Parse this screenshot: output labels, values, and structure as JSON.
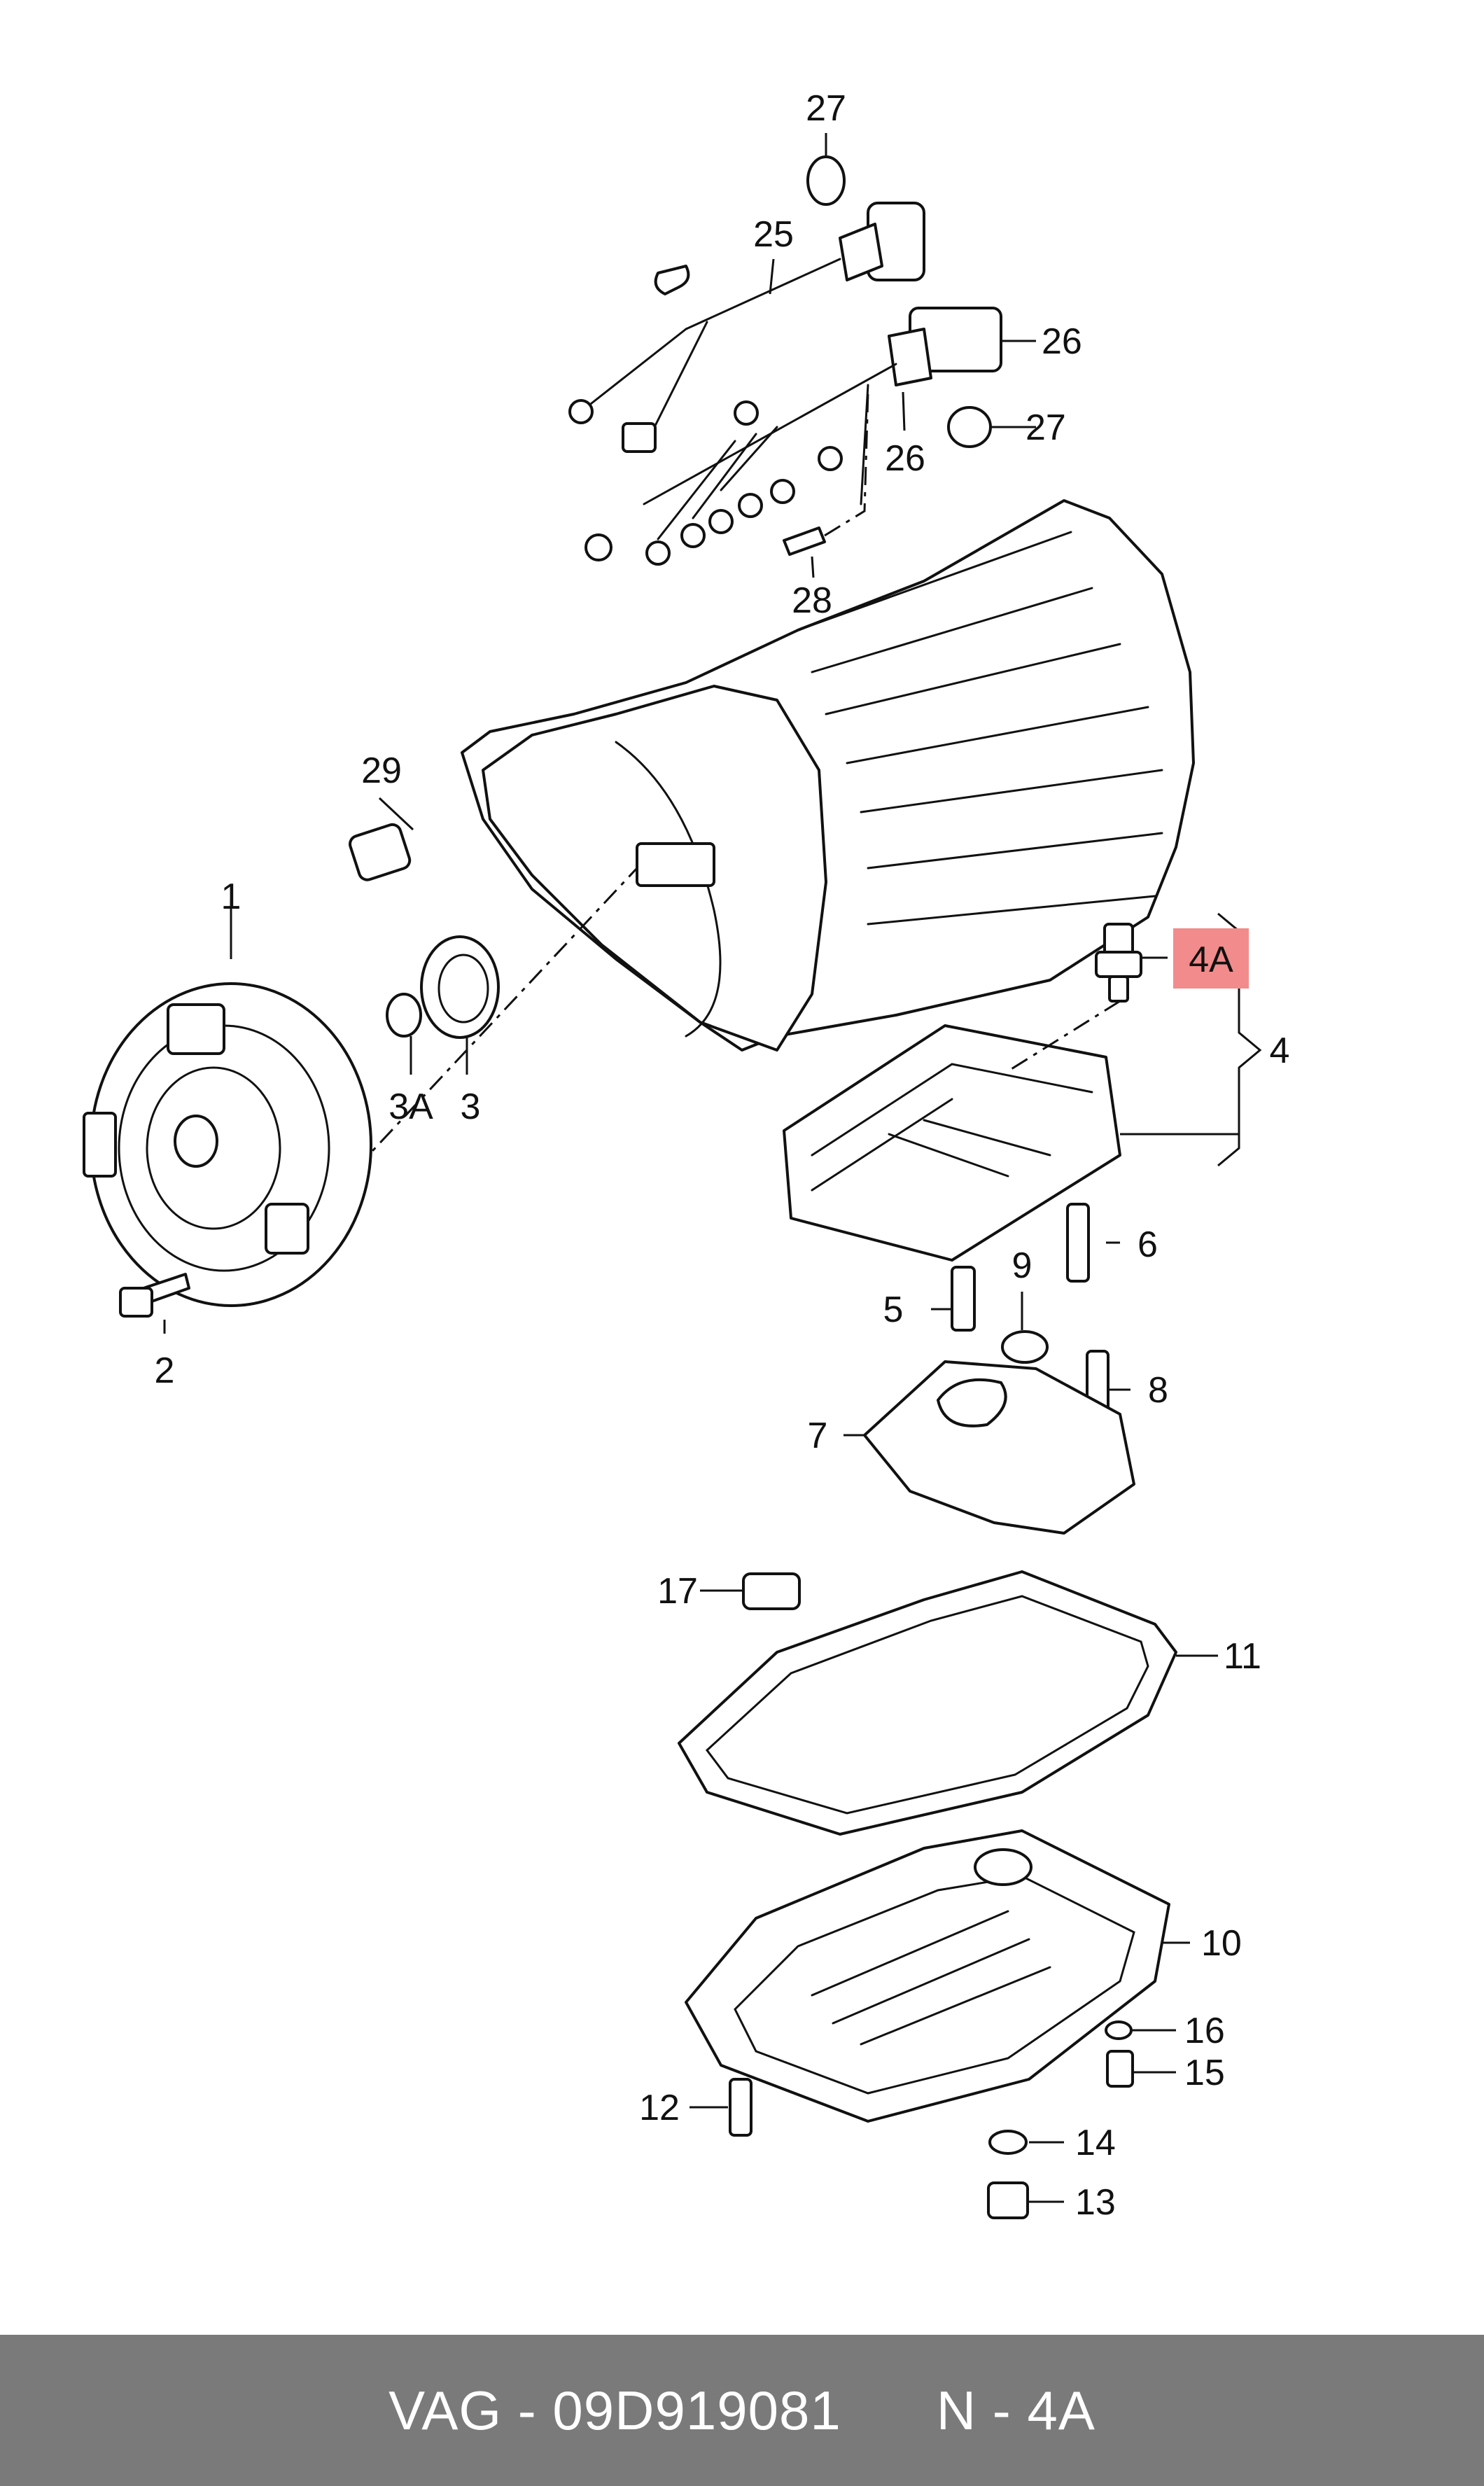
{
  "diagram": {
    "callouts": {
      "c1": "1",
      "c2": "2",
      "c3": "3",
      "c3a": "3A",
      "c4": "4",
      "c4a": "4A",
      "c5": "5",
      "c6": "6",
      "c7": "7",
      "c8": "8",
      "c9": "9",
      "c10": "10",
      "c11": "11",
      "c12": "12",
      "c13": "13",
      "c14": "14",
      "c15": "15",
      "c16": "16",
      "c17": "17",
      "c25": "25",
      "c26a": "26",
      "c26b": "26",
      "c27a": "27",
      "c27b": "27",
      "c28": "28",
      "c29": "29"
    },
    "highlight_color": "#f28b8b",
    "highlighted_callout": "4A"
  },
  "footer": {
    "brand": "VAG",
    "part_number": "09D919081",
    "position": "N - 4A",
    "background": "#7a7a7a"
  }
}
